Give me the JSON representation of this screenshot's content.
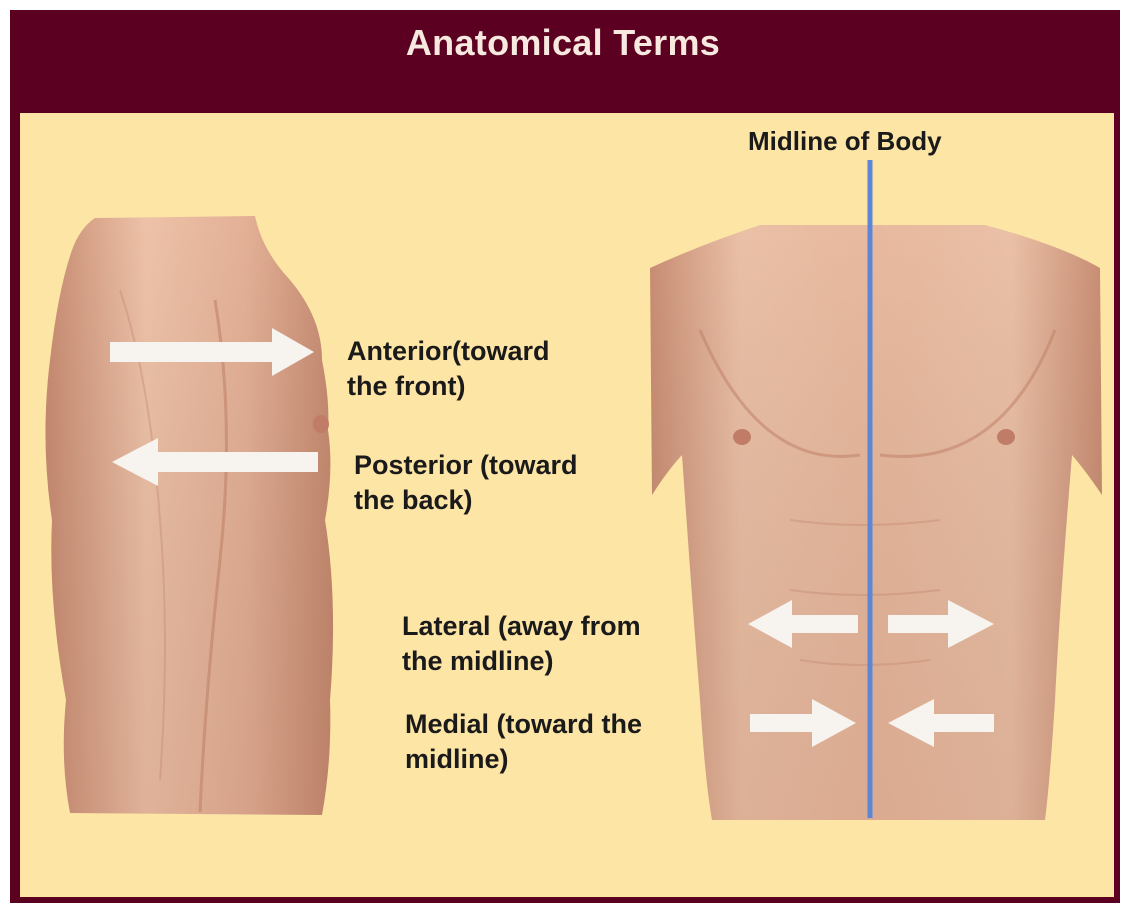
{
  "header": {
    "title": "Anatomical Terms"
  },
  "labels": {
    "midline": "Midline of Body",
    "anterior": [
      "Anterior(toward",
      "the front)"
    ],
    "posterior": [
      "Posterior (toward",
      "the back)"
    ],
    "lateral": [
      "Lateral (away from",
      "the midline)"
    ],
    "medial": [
      "Medial (toward the",
      "midline)"
    ]
  },
  "colors": {
    "header_bg": "#5c0022",
    "content_bg": "#fde5a6",
    "title_text": "#f7e9e0",
    "midline": "#5b87d6",
    "arrow": "#f7f3ee",
    "skin": "#e6b49a"
  }
}
